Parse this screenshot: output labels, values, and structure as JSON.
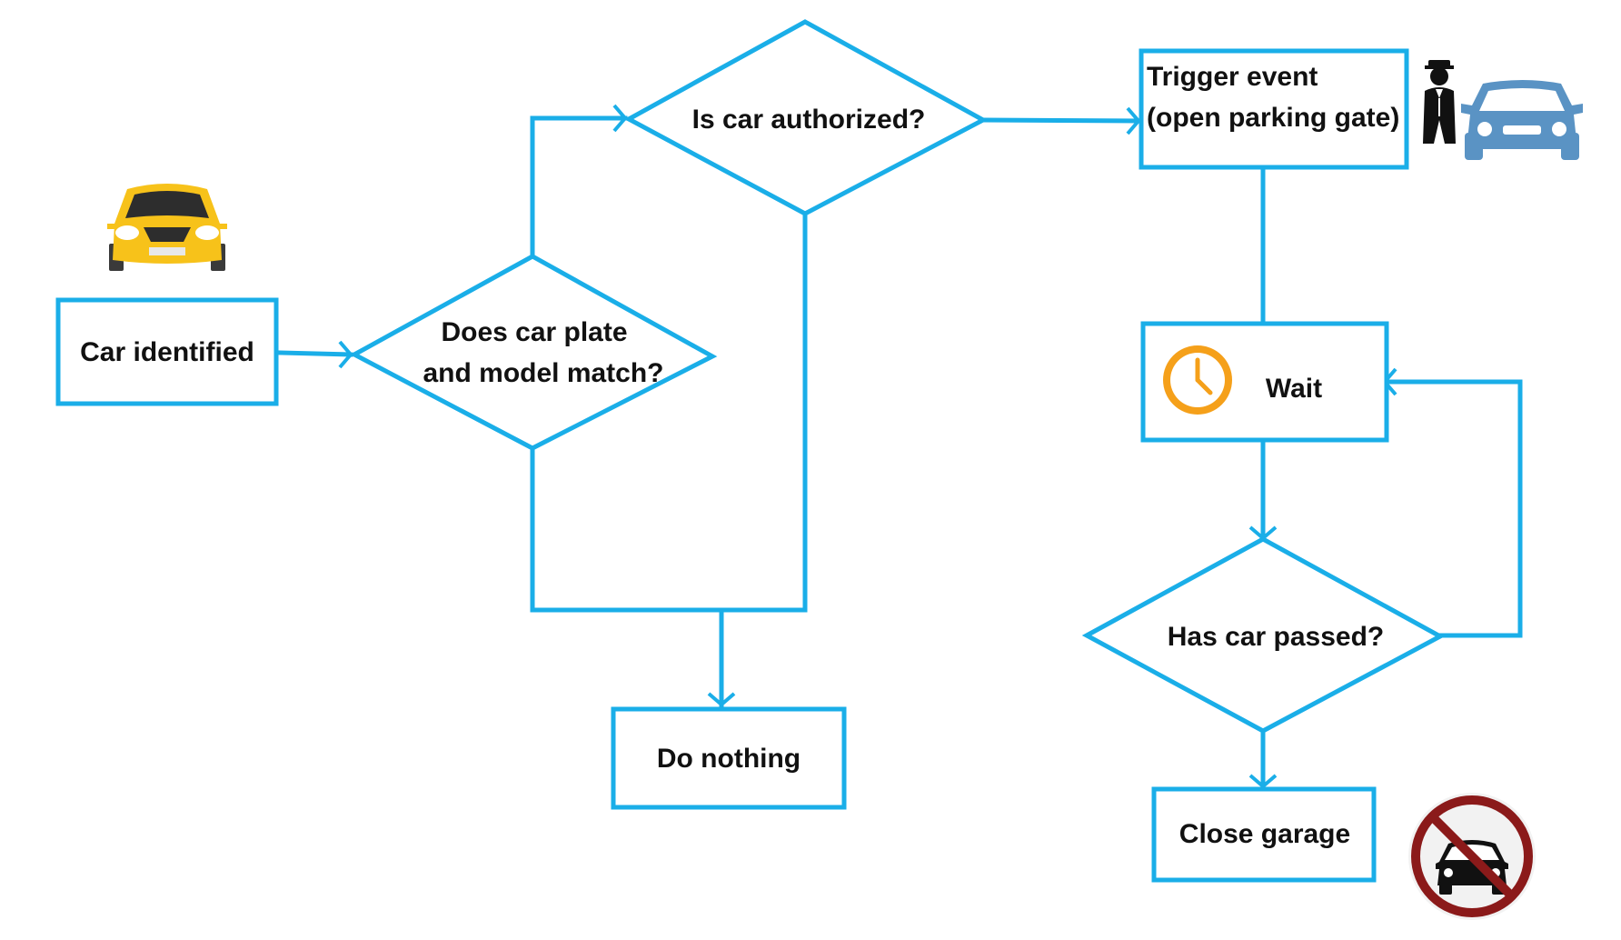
{
  "diagram": {
    "type": "flowchart",
    "accent_color": "#1aaee8",
    "nodes": {
      "car_identified": {
        "label": "Car identified",
        "shape": "rectangle"
      },
      "plate_match": {
        "label_line1": "Does car plate",
        "label_line2": "and model match?",
        "shape": "diamond"
      },
      "authorized": {
        "label": "Is car authorized?",
        "shape": "diamond"
      },
      "trigger": {
        "label_line1": "Trigger event",
        "label_line2": "(open parking gate)",
        "shape": "rectangle"
      },
      "do_nothing": {
        "label": "Do nothing",
        "shape": "rectangle"
      },
      "wait": {
        "label": "Wait",
        "shape": "rectangle"
      },
      "passed": {
        "label": "Has car passed?",
        "shape": "diamond"
      },
      "close": {
        "label": "Close garage",
        "shape": "rectangle"
      }
    },
    "edges": [
      {
        "from": "car_identified",
        "to": "plate_match"
      },
      {
        "from": "plate_match",
        "to": "authorized"
      },
      {
        "from": "authorized",
        "to": "trigger"
      },
      {
        "from": "plate_match",
        "to": "do_nothing"
      },
      {
        "from": "authorized",
        "to": "do_nothing"
      },
      {
        "from": "trigger",
        "to": "wait"
      },
      {
        "from": "wait",
        "to": "passed"
      },
      {
        "from": "passed",
        "to": "wait"
      },
      {
        "from": "passed",
        "to": "close"
      }
    ],
    "icons": {
      "yellow_car": "yellow-car-front-icon",
      "valet": "valet-person-icon",
      "blue_car": "blue-car-front-icon",
      "clock": "clock-icon",
      "no_parking": "no-cars-sign-icon"
    },
    "icon_colors": {
      "yellow_car": "#f7c21a",
      "blue_car": "#5a93c4",
      "clock": "#f5a01a",
      "no_parking": "#8b1a1a"
    }
  }
}
